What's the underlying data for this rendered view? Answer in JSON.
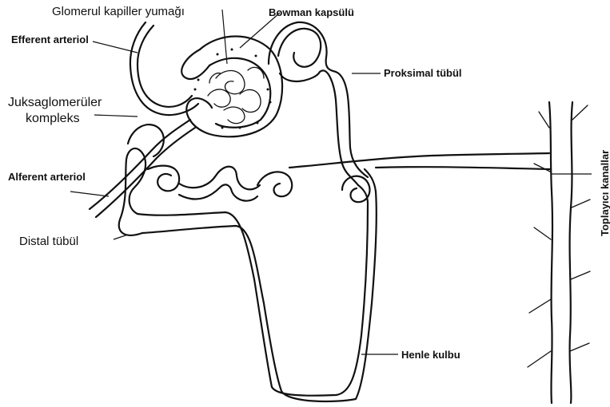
{
  "labels": {
    "glomerul": "Glomerul kapiller yumağı",
    "bowman": "Bowman kapsülü",
    "efferent": "Efferent arteriol",
    "proksimal": "Proksimal tübül",
    "juksa_line1": "Juksaglomerüler",
    "juksa_line2": "kompleks",
    "afferent": "Alferent arteriol",
    "distal": "Distal tübül",
    "henle": "Henle kulbu",
    "toplayici": "Toplayıcı kanallar"
  }
}
